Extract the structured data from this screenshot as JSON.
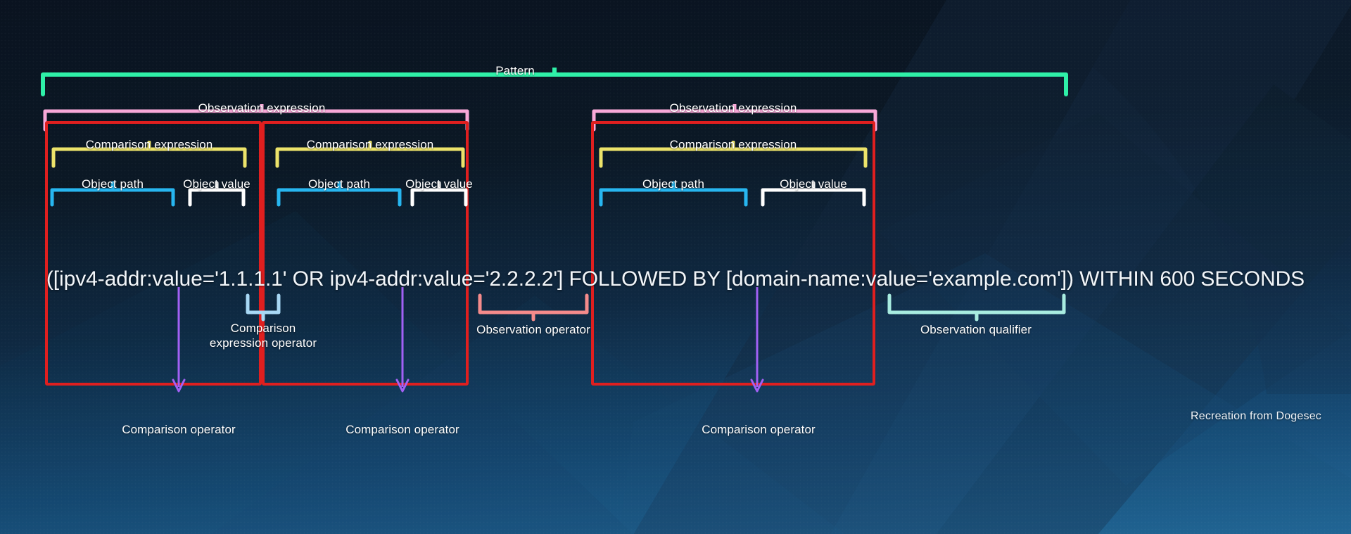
{
  "meta": {
    "title": "STIX Pattern anatomy",
    "credit": "Recreation from Dogesec"
  },
  "colors": {
    "pattern": "#2ff0a8",
    "observation_expression": "#f8a8d8",
    "comparison_expression": "#ece36a",
    "object_path": "#27b6f0",
    "object_value": "#ffffff",
    "comparison_operator_box": "#e01f1f",
    "comparison_operator_arrow": "#a261f5",
    "comparison_expression_operator": "#a8d8f5",
    "observation_operator": "#f58b8b",
    "observation_qualifier": "#a8ece0",
    "text": "#ffffff",
    "background_top": "#0a1320",
    "background_bottom": "#24699a"
  },
  "pattern": {
    "full_text": "([ipv4-addr:value='1.1.1.1' OR ipv4-addr:value='2.2.2.2'] FOLLOWED BY [domain-name:value='example.com']) WITHIN 600 SECONDS",
    "segments": [
      {
        "id": "open-paren",
        "text": "("
      },
      {
        "id": "obs1-open",
        "text": "["
      },
      {
        "id": "obj-path-1",
        "text": "ipv4-addr:value"
      },
      {
        "id": "comp-op-1",
        "text": "="
      },
      {
        "id": "obj-value-1",
        "text": "’1.1.1.1’"
      },
      {
        "id": "comp-expr-op",
        "text": " OR "
      },
      {
        "id": "obj-path-2",
        "text": "ipv4-addr:value"
      },
      {
        "id": "comp-op-2",
        "text": "="
      },
      {
        "id": "obj-value-2",
        "text": "’2.2.2.2’"
      },
      {
        "id": "obs1-close",
        "text": "]"
      },
      {
        "id": "observation-op",
        "text": " FOLLOWED BY "
      },
      {
        "id": "obs2-open",
        "text": "["
      },
      {
        "id": "obj-path-3",
        "text": "domain-name:value"
      },
      {
        "id": "comp-op-3",
        "text": "="
      },
      {
        "id": "obj-value-3",
        "text": "’example.com’"
      },
      {
        "id": "obs2-close",
        "text": "]"
      },
      {
        "id": "close-paren",
        "text": ")"
      },
      {
        "id": "observation-qualifier",
        "text": " WITHIN 600 SECONDS"
      }
    ]
  },
  "labels": {
    "pattern": "Pattern",
    "observation_expression_1": "Observation expression",
    "observation_expression_2": "Observation expression",
    "comparison_expression_1": "Comparison expression",
    "comparison_expression_2": "Comparison expression",
    "comparison_expression_3": "Comparison expression",
    "object_path_1": "Object path",
    "object_path_2": "Object path",
    "object_path_3": "Object path",
    "object_value_1": "Object value",
    "object_value_2": "Object value",
    "object_value_3": "Object value",
    "comparison_operator_1": "Comparison operator",
    "comparison_operator_2": "Comparison operator",
    "comparison_operator_3": "Comparison operator",
    "comparison_expression_operator": "Comparison expression operator",
    "observation_operator": "Observation operator",
    "observation_qualifier": "Observation qualifier"
  }
}
